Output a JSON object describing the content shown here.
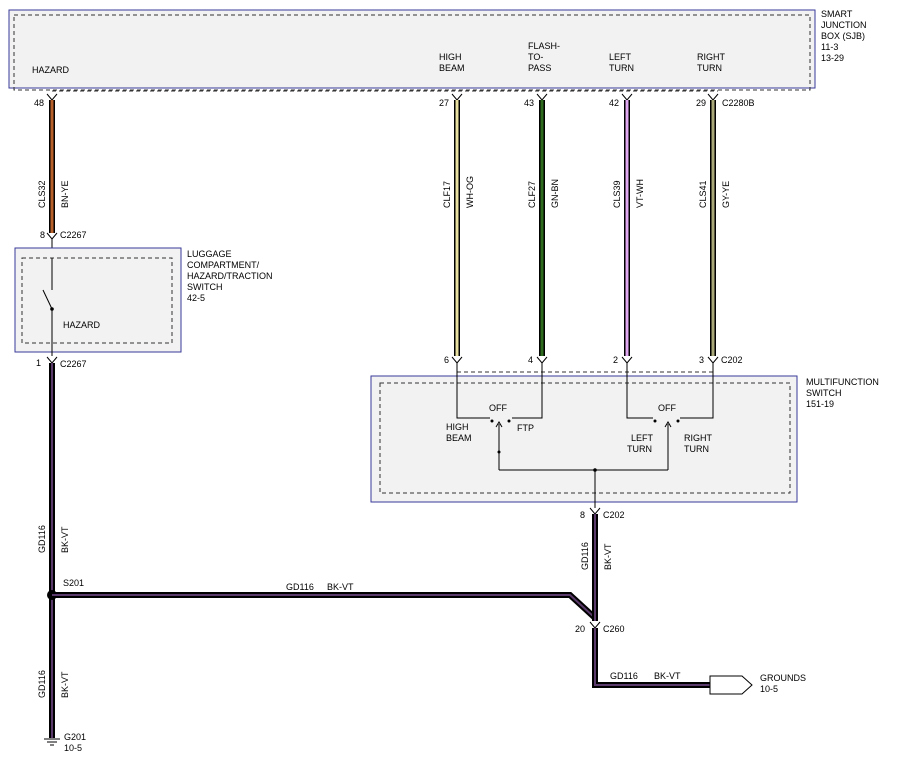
{
  "sjb": {
    "title_lines": [
      "SMART",
      "JUNCTION",
      "BOX (SJB)",
      "11-3",
      "13-29"
    ],
    "connector": "C2280B",
    "hazard_label": "HAZARD",
    "pins": [
      {
        "pin": "48",
        "circuit": "CLS32",
        "color": "BN-YE",
        "wire_hex": "#b8602a"
      },
      {
        "pin": "27",
        "circuit": "CLF17",
        "color": "WH-OG",
        "wire_hex": "#e8e0a0",
        "label": [
          "HIGH",
          "BEAM"
        ]
      },
      {
        "pin": "43",
        "circuit": "CLF27",
        "color": "GN-BN",
        "wire_hex": "#2e6b1e",
        "label": [
          "FLASH-",
          "TO-",
          "PASS"
        ]
      },
      {
        "pin": "42",
        "circuit": "CLS39",
        "color": "VT-WH",
        "wire_hex": "#e0a8f0",
        "label": [
          "LEFT",
          "TURN"
        ]
      },
      {
        "pin": "29",
        "circuit": "CLS41",
        "color": "GY-YE",
        "wire_hex": "#a8a878",
        "label": [
          "RIGHT",
          "TURN"
        ]
      }
    ]
  },
  "luggage_switch": {
    "title_lines": [
      "LUGGAGE",
      "COMPARTMENT/",
      "HAZARD/TRACTION",
      "SWITCH",
      "42-5"
    ],
    "inner_label": "HAZARD",
    "top_pin": "8",
    "top_connector": "C2267",
    "bottom_pin": "1",
    "bottom_connector": "C2267"
  },
  "multifunction_switch": {
    "title_lines": [
      "MULTIFUNCTION",
      "SWITCH",
      "151-19"
    ],
    "pins": [
      "6",
      "4",
      "2",
      "3"
    ],
    "connector": "C202",
    "labels": {
      "off_left": "OFF",
      "off_right": "OFF",
      "high_beam": [
        "HIGH",
        "BEAM"
      ],
      "ftp": "FTP",
      "left_turn": [
        "LEFT",
        "TURN"
      ],
      "right_turn": [
        "RIGHT",
        "TURN"
      ]
    },
    "bottom_pin": "8",
    "bottom_connector": "C202"
  },
  "ground_wiring": {
    "circuit": "GD116",
    "color": "BK-VT",
    "splice": "S201",
    "lower_pin": "20",
    "lower_connector": "C260",
    "ground": [
      "G201",
      "10-5"
    ],
    "grounds_label": [
      "GROUNDS",
      "10-5"
    ]
  }
}
